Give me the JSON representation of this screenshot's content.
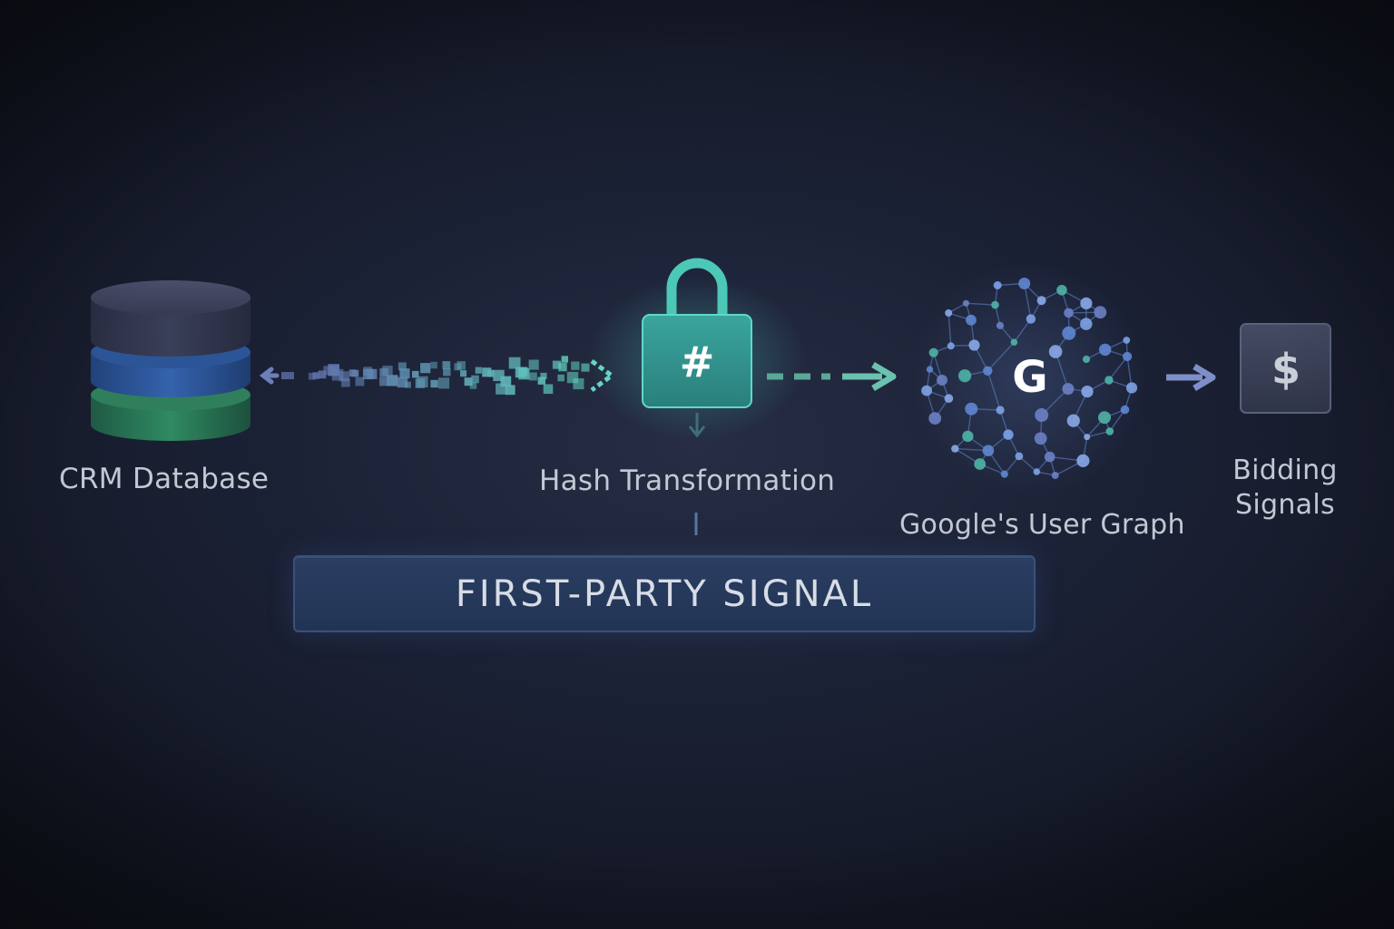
{
  "nodes": {
    "crm": {
      "label": "CRM Database"
    },
    "hash": {
      "label": "Hash Transformation",
      "glyph": "#"
    },
    "graph": {
      "label": "Google's User Graph",
      "glyph": "G"
    },
    "bidding": {
      "label": "Bidding Signals",
      "glyph": "$"
    }
  },
  "banner": {
    "label": "FIRST-PARTY SIGNAL"
  },
  "icons": [
    "database-icon",
    "padlock-icon",
    "network-graph-icon",
    "dollar-icon",
    "arrow-icon"
  ],
  "colors": {
    "background": "#1b2135",
    "teal_accent": "#5fd0c0",
    "blue_accent": "#5b7fd0",
    "green_accent": "#3e9a6a",
    "banner_fill": "#253859",
    "label_text": "#c3c8d3"
  }
}
